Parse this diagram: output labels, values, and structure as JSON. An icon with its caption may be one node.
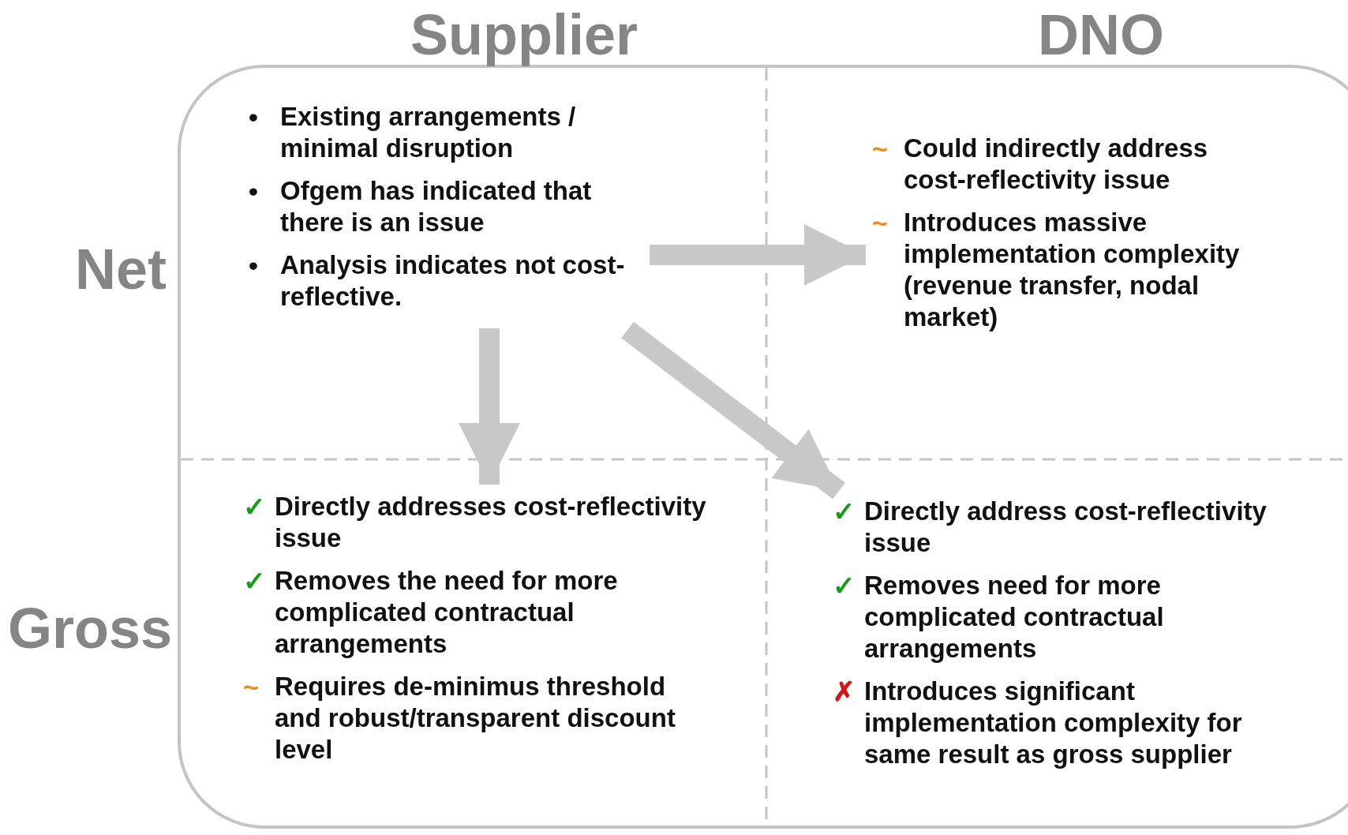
{
  "diagram": {
    "nodes": [
      {
        "text": [
          "• Existing arrangements / minimal disruption",
          "• Ofgem has indicated that there is an issue",
          "• Analysis indicates not cost-reflective."
        ]
      },
      {
        "text": [
          "~ Could indirectly address cost-reflectivity issue",
          "~ Introduces massive implementation complexity (revenue transfer, nodal market)"
        ]
      },
      {
        "text": [
          "✓ Directly addresses cost-reflectivity issue",
          "✓ Removes the need for more complicated contractual arrangements",
          "~ Requires de-minimus threshold and robust/transparent discount level"
        ]
      },
      {
        "text": [
          "✓ Directly address cost-reflectivity issue",
          "✓ Removes need for more complicated contractual arrangements",
          "✗ Introduces significant implementation complexity for same result as gross supplier"
        ]
      }
    ],
    "edges": [
      {
        "from": 0,
        "to": 1,
        "arrow": "to"
      },
      {
        "from": 0,
        "to": 2,
        "arrow": "to"
      },
      {
        "from": 0,
        "to": 3,
        "arrow": "to"
      }
    ],
    "labels": [
      "Supplier",
      "DNO",
      "Net",
      "Gross"
    ]
  }
}
